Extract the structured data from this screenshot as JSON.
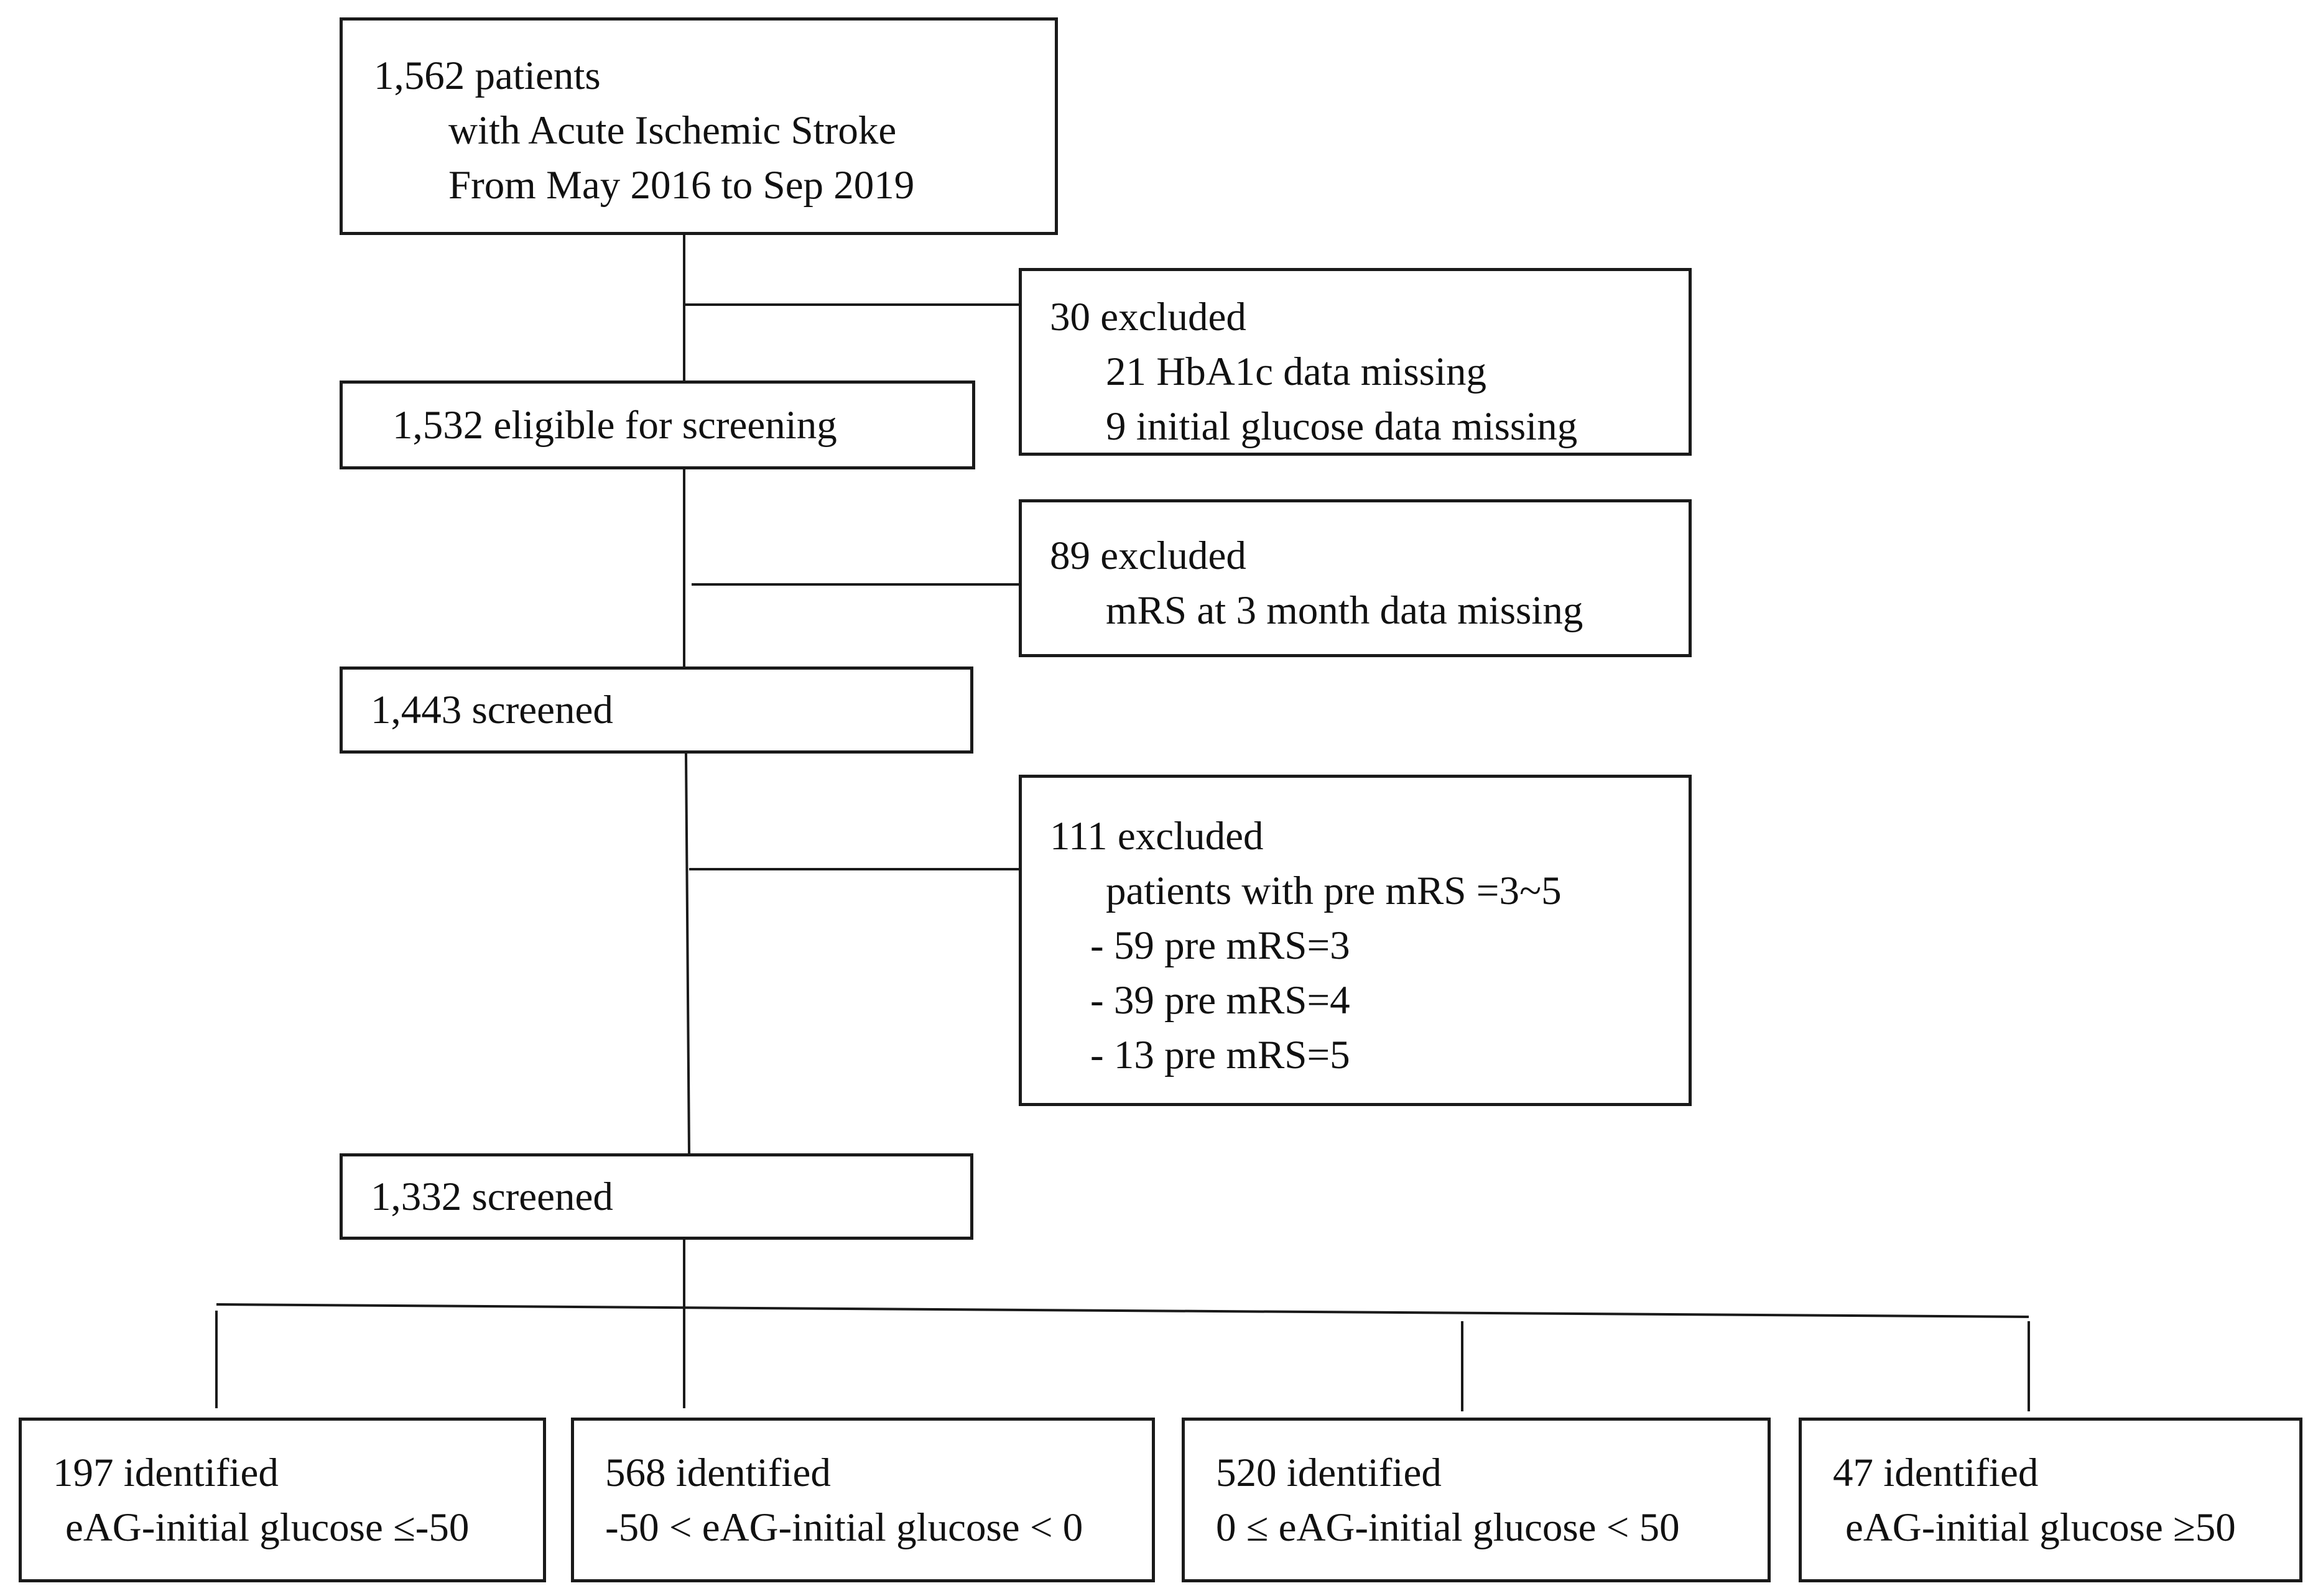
{
  "start": {
    "lines": [
      "1,562 patients",
      "with Acute Ischemic Stroke",
      "From May 2016 to Sep 2019"
    ]
  },
  "exclusion_1": {
    "lines": [
      "30 excluded",
      "21 HbA1c data missing",
      "9 initial glucose data missing"
    ]
  },
  "eligible": {
    "label": "1,532 eligible for screening"
  },
  "exclusion_2": {
    "lines": [
      "89 excluded",
      "mRS at 3 month data missing"
    ]
  },
  "screened_1": {
    "label": "1,443 screened"
  },
  "exclusion_3": {
    "lines": [
      "111 excluded",
      "patients with pre mRS =3~5",
      "- 59 pre mRS=3",
      "- 39 pre mRS=4",
      "- 13 pre mRS=5"
    ]
  },
  "screened_2": {
    "label": "1,332 screened"
  },
  "groups": [
    {
      "count": "197 identified",
      "criterion": "eAG-initial glucose ≤-50"
    },
    {
      "count": "568 identified",
      "criterion": "-50 < eAG-initial glucose < 0"
    },
    {
      "count": "520 identified",
      "criterion": "0 ≤ eAG-initial glucose < 50"
    },
    {
      "count": "47 identified",
      "criterion": "eAG-initial glucose ≥50"
    }
  ]
}
